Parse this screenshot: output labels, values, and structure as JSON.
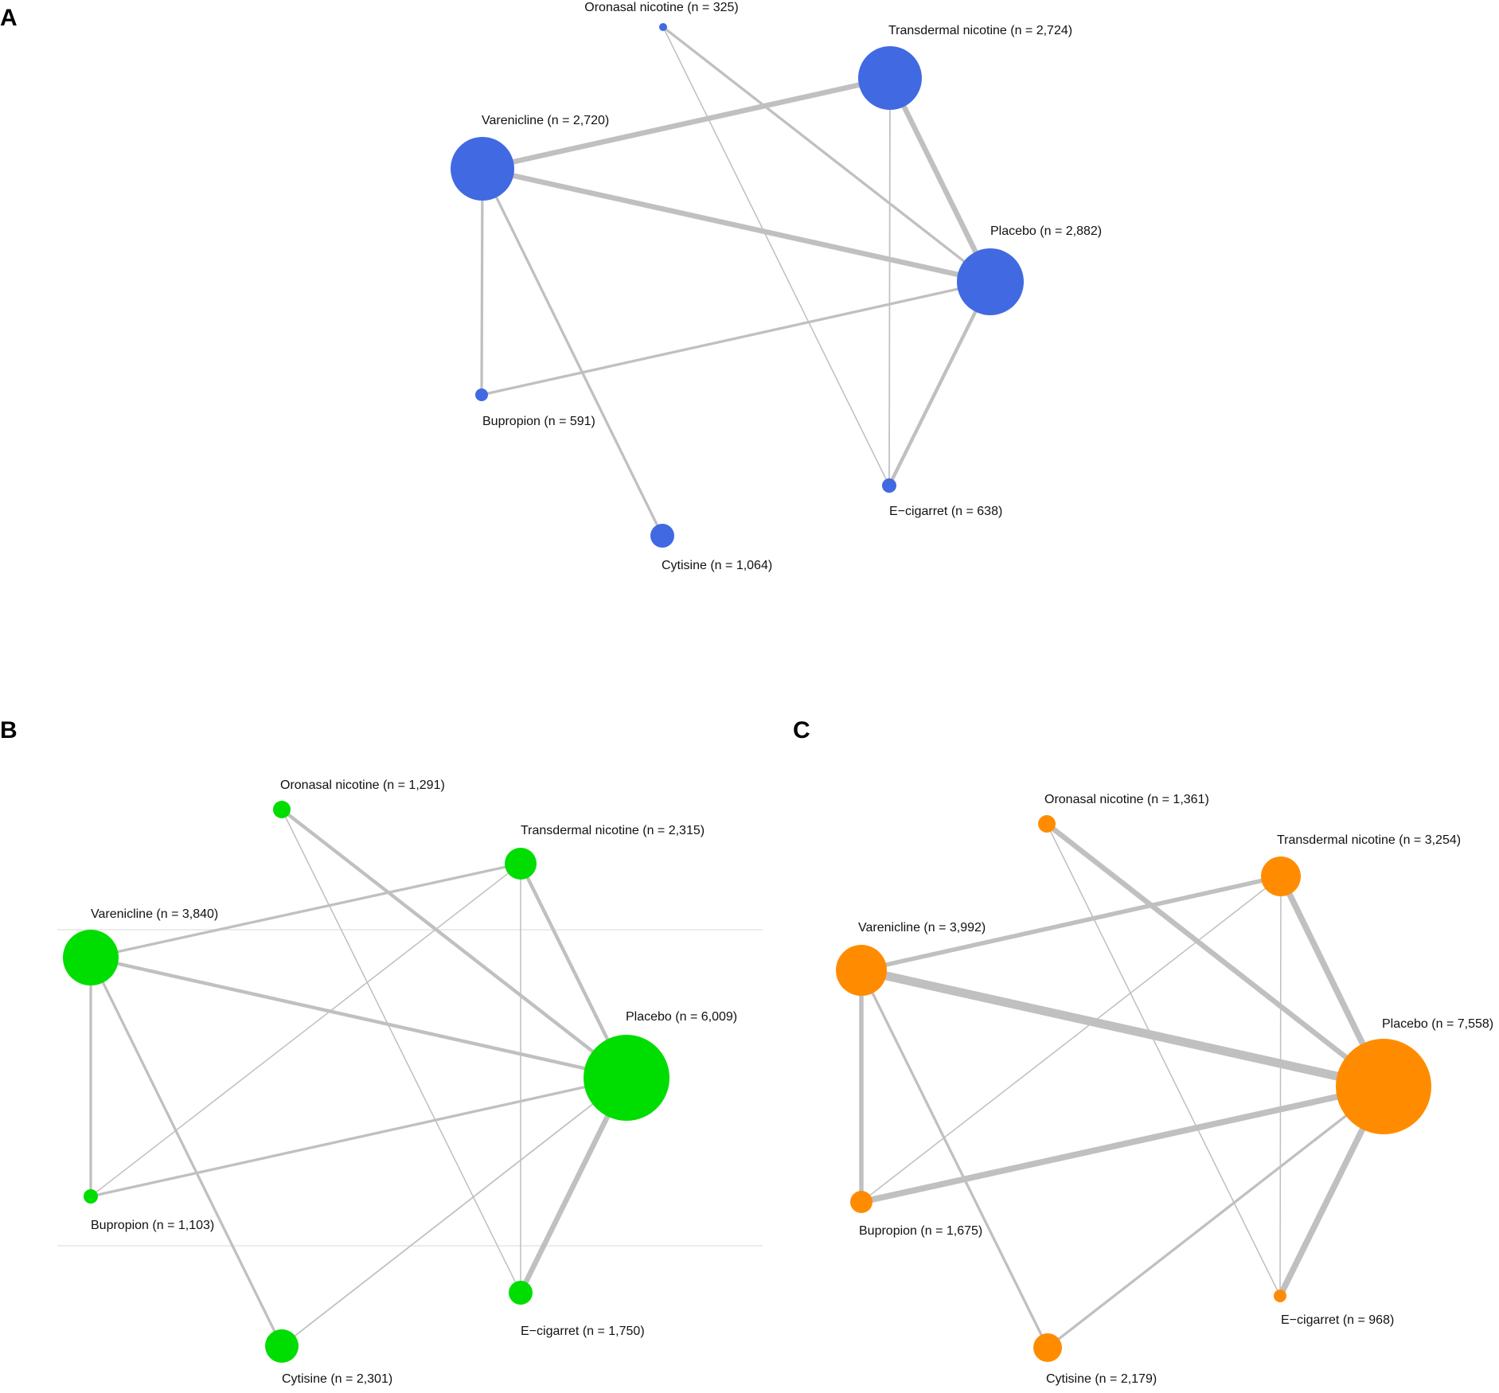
{
  "panels": [
    {
      "id": "A",
      "letter": "A",
      "color": "#4169E1",
      "nodes": [
        {
          "id": "oro",
          "label": "Oronasal nicotine (n = 325)",
          "n": 325
        },
        {
          "id": "trans",
          "label": "Transdermal nicotine (n = 2,724)",
          "n": 2724
        },
        {
          "id": "var",
          "label": "Varenicline (n = 2,720)",
          "n": 2720
        },
        {
          "id": "plac",
          "label": "Placebo (n = 2,882)",
          "n": 2882
        },
        {
          "id": "bup",
          "label": "Bupropion (n = 591)",
          "n": 591
        },
        {
          "id": "ecig",
          "label": "E−cigarret (n = 638)",
          "n": 638
        },
        {
          "id": "cyt",
          "label": "Cytisine (n = 1,064)",
          "n": 1064
        }
      ],
      "edges": [
        {
          "from": "var",
          "to": "trans",
          "weight": 3
        },
        {
          "from": "var",
          "to": "plac",
          "weight": 3
        },
        {
          "from": "trans",
          "to": "plac",
          "weight": 3
        },
        {
          "from": "oro",
          "to": "plac",
          "weight": 1.5
        },
        {
          "from": "oro",
          "to": "ecig",
          "weight": 0.7
        },
        {
          "from": "trans",
          "to": "ecig",
          "weight": 0.8
        },
        {
          "from": "var",
          "to": "bup",
          "weight": 1.5
        },
        {
          "from": "var",
          "to": "cyt",
          "weight": 1.5
        },
        {
          "from": "bup",
          "to": "plac",
          "weight": 1.5
        },
        {
          "from": "plac",
          "to": "ecig",
          "weight": 2
        }
      ]
    },
    {
      "id": "B",
      "letter": "B",
      "color": "#00DD00",
      "nodes": [
        {
          "id": "oro",
          "label": "Oronasal nicotine (n = 1,291)",
          "n": 1291
        },
        {
          "id": "trans",
          "label": "Transdermal nicotine (n = 2,315)",
          "n": 2315
        },
        {
          "id": "var",
          "label": "Varenicline (n = 3,840)",
          "n": 3840
        },
        {
          "id": "plac",
          "label": "Placebo (n = 6,009)",
          "n": 6009
        },
        {
          "id": "bup",
          "label": "Bupropion (n = 1,103)",
          "n": 1103
        },
        {
          "id": "ecig",
          "label": "E−cigarret (n = 1,750)",
          "n": 1750
        },
        {
          "id": "cyt",
          "label": "Cytisine (n = 2,301)",
          "n": 2301
        }
      ],
      "edges": [
        {
          "from": "var",
          "to": "trans",
          "weight": 1.5
        },
        {
          "from": "var",
          "to": "plac",
          "weight": 2
        },
        {
          "from": "oro",
          "to": "plac",
          "weight": 2
        },
        {
          "from": "oro",
          "to": "ecig",
          "weight": 0.7
        },
        {
          "from": "trans",
          "to": "plac",
          "weight": 2
        },
        {
          "from": "trans",
          "to": "bup",
          "weight": 0.7
        },
        {
          "from": "trans",
          "to": "ecig",
          "weight": 0.7
        },
        {
          "from": "var",
          "to": "bup",
          "weight": 1.5
        },
        {
          "from": "var",
          "to": "cyt",
          "weight": 1.5
        },
        {
          "from": "bup",
          "to": "plac",
          "weight": 1.5
        },
        {
          "from": "cyt",
          "to": "plac",
          "weight": 0.8
        },
        {
          "from": "plac",
          "to": "ecig",
          "weight": 3
        }
      ]
    },
    {
      "id": "C",
      "letter": "C",
      "color": "#FF8C00",
      "nodes": [
        {
          "id": "oro",
          "label": "Oronasal nicotine  (n = 1,361)",
          "n": 1361
        },
        {
          "id": "trans",
          "label": "Transdermal nicotine (n = 3,254)",
          "n": 3254
        },
        {
          "id": "var",
          "label": "Varenicline (n = 3,992)",
          "n": 3992
        },
        {
          "id": "plac",
          "label": "Placebo (n = 7,558)",
          "n": 7558
        },
        {
          "id": "bup",
          "label": "Bupropion (n = 1,675)",
          "n": 1675
        },
        {
          "id": "ecig",
          "label": "E−cigarret (n = 968)",
          "n": 968
        },
        {
          "id": "cyt",
          "label": "Cytisine (n = 2,179)",
          "n": 2179
        }
      ],
      "edges": [
        {
          "from": "var",
          "to": "trans",
          "weight": 2.5
        },
        {
          "from": "var",
          "to": "plac",
          "weight": 5
        },
        {
          "from": "oro",
          "to": "plac",
          "weight": 3
        },
        {
          "from": "oro",
          "to": "ecig",
          "weight": 0.7
        },
        {
          "from": "trans",
          "to": "plac",
          "weight": 3.5
        },
        {
          "from": "trans",
          "to": "bup",
          "weight": 0.7
        },
        {
          "from": "trans",
          "to": "ecig",
          "weight": 0.7
        },
        {
          "from": "var",
          "to": "bup",
          "weight": 2.5
        },
        {
          "from": "var",
          "to": "cyt",
          "weight": 1.5
        },
        {
          "from": "bup",
          "to": "plac",
          "weight": 3.5
        },
        {
          "from": "cyt",
          "to": "plac",
          "weight": 1.5
        },
        {
          "from": "plac",
          "to": "ecig",
          "weight": 3.5
        }
      ]
    }
  ]
}
